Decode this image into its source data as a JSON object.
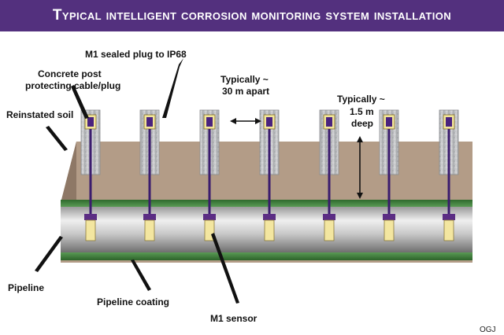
{
  "title": "Typical intelligent corrosion monitoring system installation",
  "labels": {
    "plug": "M1 sealed plug to IP68",
    "post_line1": "Concrete post",
    "post_line2": "protecting cable/plug",
    "spacing_line1": "Typically ~",
    "spacing_line2": "30 m apart",
    "depth_line1": "Typically ~",
    "depth_line2": "1.5 m",
    "depth_line3": "deep",
    "soil": "Reinstated soil",
    "pipeline": "Pipeline",
    "coating": "Pipeline coating",
    "sensor": "M1 sensor",
    "credit": "OGJ"
  },
  "colors": {
    "title_bar": "#53307e",
    "soil": "#b39c87",
    "soil_side": "#8e7866",
    "coating": "#3f7d3c",
    "pipe_light": "#dcdcdc",
    "pipe_dark": "#7d7d7d",
    "post": "#c8c8c8",
    "plug_frame": "#f2e59a",
    "cable": "#3b1c6e",
    "sensor_body": "#f3e6a0"
  },
  "sensor_count": 7
}
